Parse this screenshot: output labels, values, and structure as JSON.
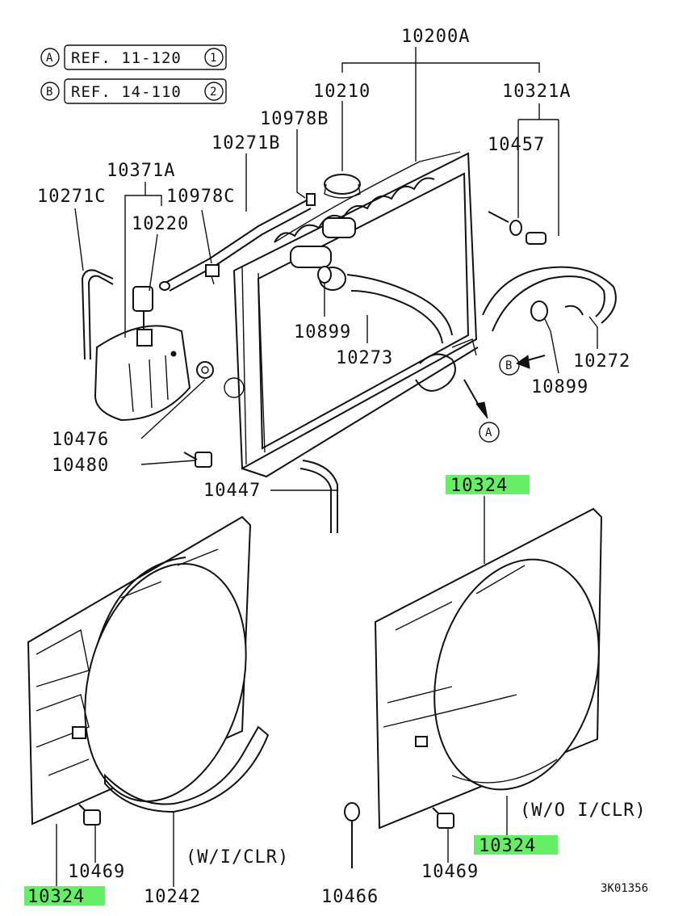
{
  "references": [
    {
      "marker": "A",
      "text": "REF. 11-120",
      "circled": "1"
    },
    {
      "marker": "B",
      "text": "REF. 14-110",
      "circled": "2"
    }
  ],
  "labels": {
    "p10200A": "10200A",
    "p10210": "10210",
    "p10321A": "10321A",
    "p10978B": "10978B",
    "p10271B": "10271B",
    "p10457": "10457",
    "p10371A": "10371A",
    "p10271C": "10271C",
    "p10978C": "10978C",
    "p10220": "10220",
    "p10899a": "10899",
    "p10273": "10273",
    "p10272": "10272",
    "p10899b": "10899",
    "p10476": "10476",
    "p10480": "10480",
    "p10447": "10447",
    "p10324_top": "10324",
    "p10324_bottom_right": "10324",
    "p10324_bottom_left": "10324",
    "p10469_left": "10469",
    "p10469_right": "10469",
    "p10242": "10242",
    "p10466": "10466"
  },
  "markers": {
    "a": "A",
    "b": "B"
  },
  "notes": {
    "with_cooler": "(W/I/CLR)",
    "without_cooler": "(W/O I/CLR)"
  },
  "drawing_code": "3K01356",
  "colors": {
    "highlight": "#66ee66",
    "line": "#111111",
    "background": "#ffffff"
  }
}
